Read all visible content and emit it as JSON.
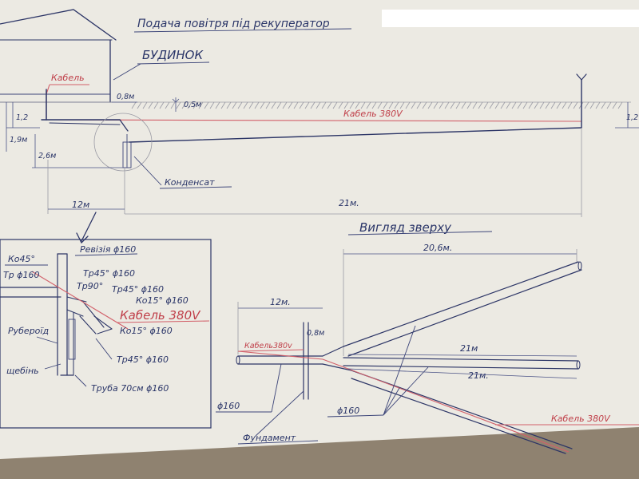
{
  "title": "Подача повітря під рекуператор",
  "side_view": {
    "house_label": "БУДИНОК",
    "cable_label": "Кабель",
    "cable_380_label": "Кабель 380V",
    "condensate_label": "Конденсат",
    "dim_0_8": "0,8м",
    "dim_0_5": "0,5м",
    "dim_1_2_left": "1,2",
    "dim_1_9": "1,9м",
    "dim_2_6": "2,6м",
    "dim_12": "12м",
    "dim_21": "21м.",
    "dim_1_2_right": "1,2"
  },
  "detail": {
    "ko45": "Ко45°",
    "tr160": "Тр ϕ160",
    "reviziya": "Ревізія ϕ160",
    "tr45_160": "Тр45° ϕ160",
    "tr90": "Тр90°",
    "tr45_160_b": "Тр45° ϕ160",
    "ko15_160_a": "Ко15° ϕ160",
    "kabel380": "Кабель 380V",
    "ko15_160_b": "Ко15° ϕ160",
    "ruberoid": "Рубероїд",
    "shchebin": "щебінь",
    "tr45_160_c": "Тр45° ϕ160",
    "truba70": "Труба 70см ϕ160"
  },
  "top_view": {
    "heading": "Вигляд зверху",
    "dim_20_6": "20,6м.",
    "dim_12": "12м.",
    "dim_0_8": "0,8м",
    "cable380_left": "Кабель380v",
    "dim_21_a": "21м",
    "dim_21_b": "21м.",
    "phi160_left": "ϕ160",
    "phi160_mid": "ϕ160",
    "foundation": "Фундамент",
    "cable380_right": "Кабель 380V"
  },
  "colors": {
    "paper": "#eceae3",
    "ink": "#2c3566",
    "red_ink": "#d2606a",
    "background": "#8a7f6e"
  }
}
